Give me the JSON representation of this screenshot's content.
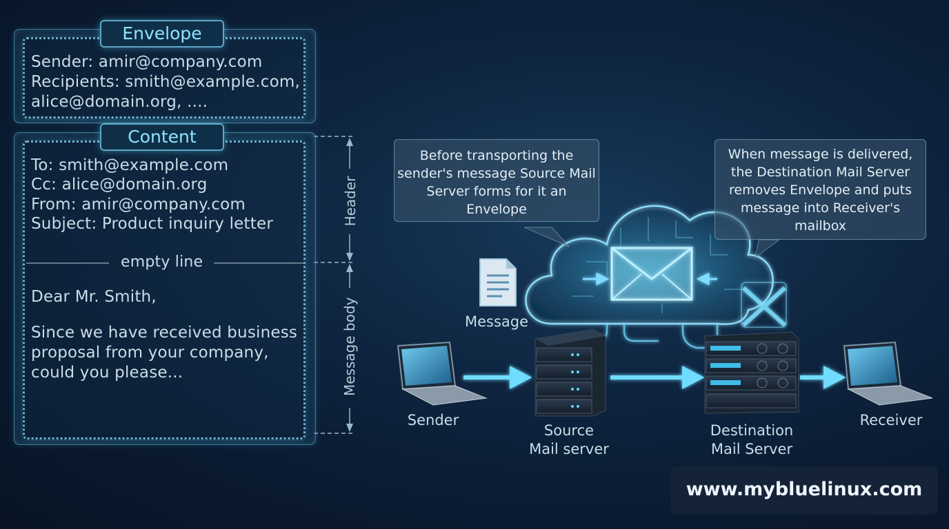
{
  "envelope": {
    "title": "Envelope",
    "lines": [
      "Sender: amir@company.com",
      "Recipients: smith@example.com,",
      "alice@domain.org, ...."
    ]
  },
  "content": {
    "title": "Content",
    "header_lines": [
      "To: smith@example.com",
      "Cc: alice@domain.org",
      "From: amir@company.com",
      "Subject: Product inquiry letter"
    ],
    "separator": "empty line",
    "body_lines": [
      "Dear Mr. Smith,",
      "Since we have received business",
      "proposal from your company,",
      "could you please..."
    ]
  },
  "brackets": {
    "header": "Header",
    "body": "Message body"
  },
  "callouts": {
    "left": "Before transporting the sender's message Source Mail Server forms for it an Envelope",
    "right": "When message is delivered, the Destination Mail Server removes Envelope and puts message into Receiver's mailbox"
  },
  "nodes": {
    "message": "Message",
    "sender": "Sender",
    "source_server": [
      "Source",
      "Mail server"
    ],
    "destination_server": [
      "Destination",
      "Mail Server"
    ],
    "receiver": "Receiver"
  },
  "watermark": "www.mybluelinux.com",
  "colors": {
    "accent": "#8fe4ff",
    "glow": "#5fd0f5",
    "background": "#0a1a30"
  }
}
